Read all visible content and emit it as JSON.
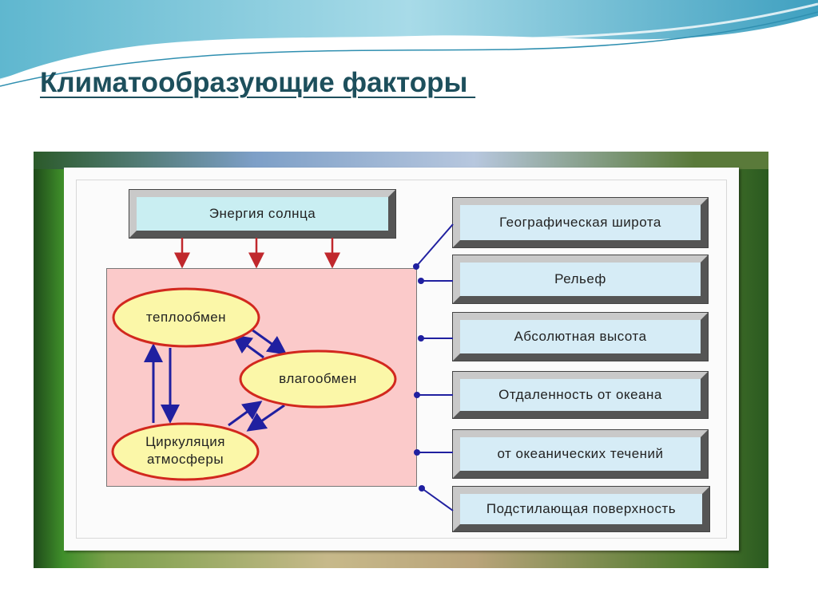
{
  "slide": {
    "title": "Климатообразующие факторы "
  },
  "diagram": {
    "source": "Энергия солнца",
    "processes": [
      "теплообмен",
      "влагообмен",
      "Циркуляция атмосферы"
    ],
    "process_lines": {
      "circulation_1": "Циркуляция",
      "circulation_2": "атмосферы"
    },
    "factors": [
      "Географическая широта",
      "Рельеф",
      "Абсолютная высота",
      "Отдаленность от океана",
      "от океанических течений",
      "Подстилающая поверхность"
    ],
    "colors": {
      "arrow_red": "#c0282d",
      "arrow_blue": "#2020a0",
      "ellipse_fill": "#fbf7a8",
      "ellipse_stroke": "#d2281e",
      "pink": "#fbcaca",
      "title": "#1d4f5c"
    }
  }
}
